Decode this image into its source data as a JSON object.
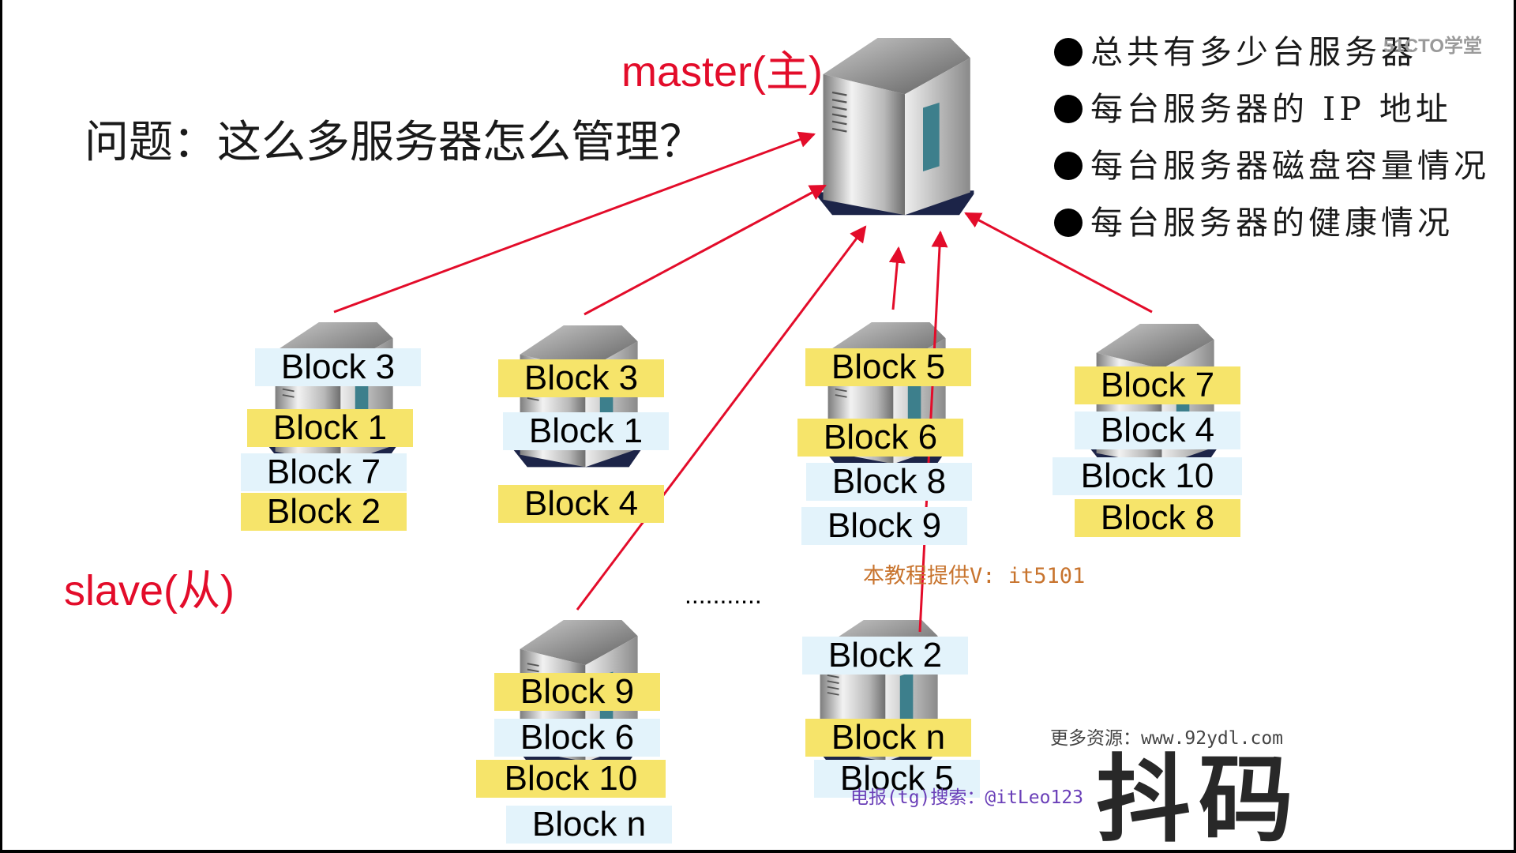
{
  "title": "问题：这么多服务器怎么管理？",
  "master_label": "master(主)",
  "slave_label": "slave(从)",
  "bullets": [
    "总共有多少台服务器",
    "每台服务器的 IP 地址",
    "每台服务器磁盘容量情况",
    "每台服务器的健康情况"
  ],
  "ellipsis": "...........",
  "slaves": [
    {
      "blocks": [
        {
          "label": "Block 3",
          "hl": "blue"
        },
        {
          "label": "Block 1",
          "hl": "yellow"
        },
        {
          "label": "Block 7",
          "hl": "blue"
        },
        {
          "label": "Block 2",
          "hl": "yellow"
        }
      ]
    },
    {
      "blocks": [
        {
          "label": "Block 3",
          "hl": "yellow"
        },
        {
          "label": "Block 1",
          "hl": "blue"
        },
        {
          "label": "Block 4",
          "hl": "yellow"
        }
      ]
    },
    {
      "blocks": [
        {
          "label": "Block 5",
          "hl": "yellow"
        },
        {
          "label": "Block 6",
          "hl": "yellow"
        },
        {
          "label": "Block 8",
          "hl": "blue"
        },
        {
          "label": "Block 9",
          "hl": "blue"
        }
      ]
    },
    {
      "blocks": [
        {
          "label": "Block 7",
          "hl": "yellow"
        },
        {
          "label": "Block 4",
          "hl": "blue"
        },
        {
          "label": "Block 10",
          "hl": "blue"
        },
        {
          "label": "Block 8",
          "hl": "yellow"
        }
      ]
    },
    {
      "blocks": [
        {
          "label": "Block 9",
          "hl": "yellow"
        },
        {
          "label": "Block 6",
          "hl": "blue"
        },
        {
          "label": "Block 10",
          "hl": "yellow"
        },
        {
          "label": "Block n",
          "hl": "blue"
        }
      ]
    },
    {
      "blocks": [
        {
          "label": "Block 2",
          "hl": "blue"
        },
        {
          "label": "Block n",
          "hl": "yellow"
        },
        {
          "label": "Block 5",
          "hl": "blue"
        }
      ]
    }
  ],
  "colors": {
    "accent_red": "#e30c2a",
    "highlight_yellow": "#f6e46a",
    "highlight_blue": "#e3f3fb"
  },
  "watermarks": {
    "brand": "51CTO学堂",
    "contact": "本教程提供V: it5101",
    "more": "更多资源：www.92ydl.com",
    "telegram": "电报(tg)搜索：@itLeo123",
    "logo_text": "抖码"
  }
}
